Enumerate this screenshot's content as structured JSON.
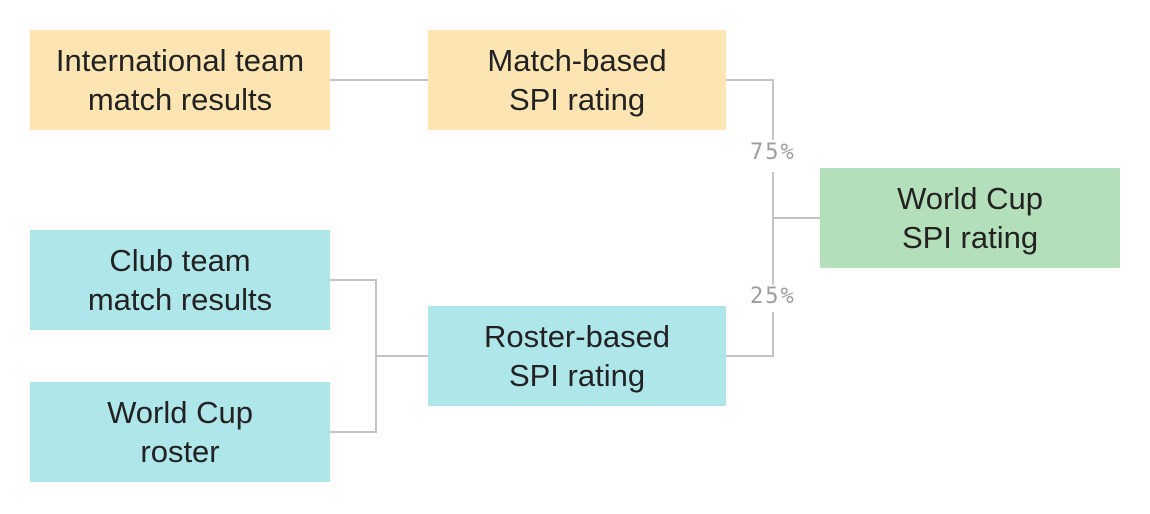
{
  "colors": {
    "match_branch": "#fce5b2",
    "roster_branch": "#aee6e9",
    "final": "#b4dfbb",
    "connector": "#c4c4c4",
    "weight_text": "#9e9e9e"
  },
  "nodes": {
    "international_results": "International team\nmatch results",
    "match_spi": "Match-based\nSPI rating",
    "club_results": "Club team\nmatch results",
    "world_cup_roster": "World Cup\nroster",
    "roster_spi": "Roster-based\nSPI rating",
    "world_cup_spi": "World Cup\nSPI rating"
  },
  "weights": {
    "match_based": "75%",
    "roster_based": "25%"
  }
}
